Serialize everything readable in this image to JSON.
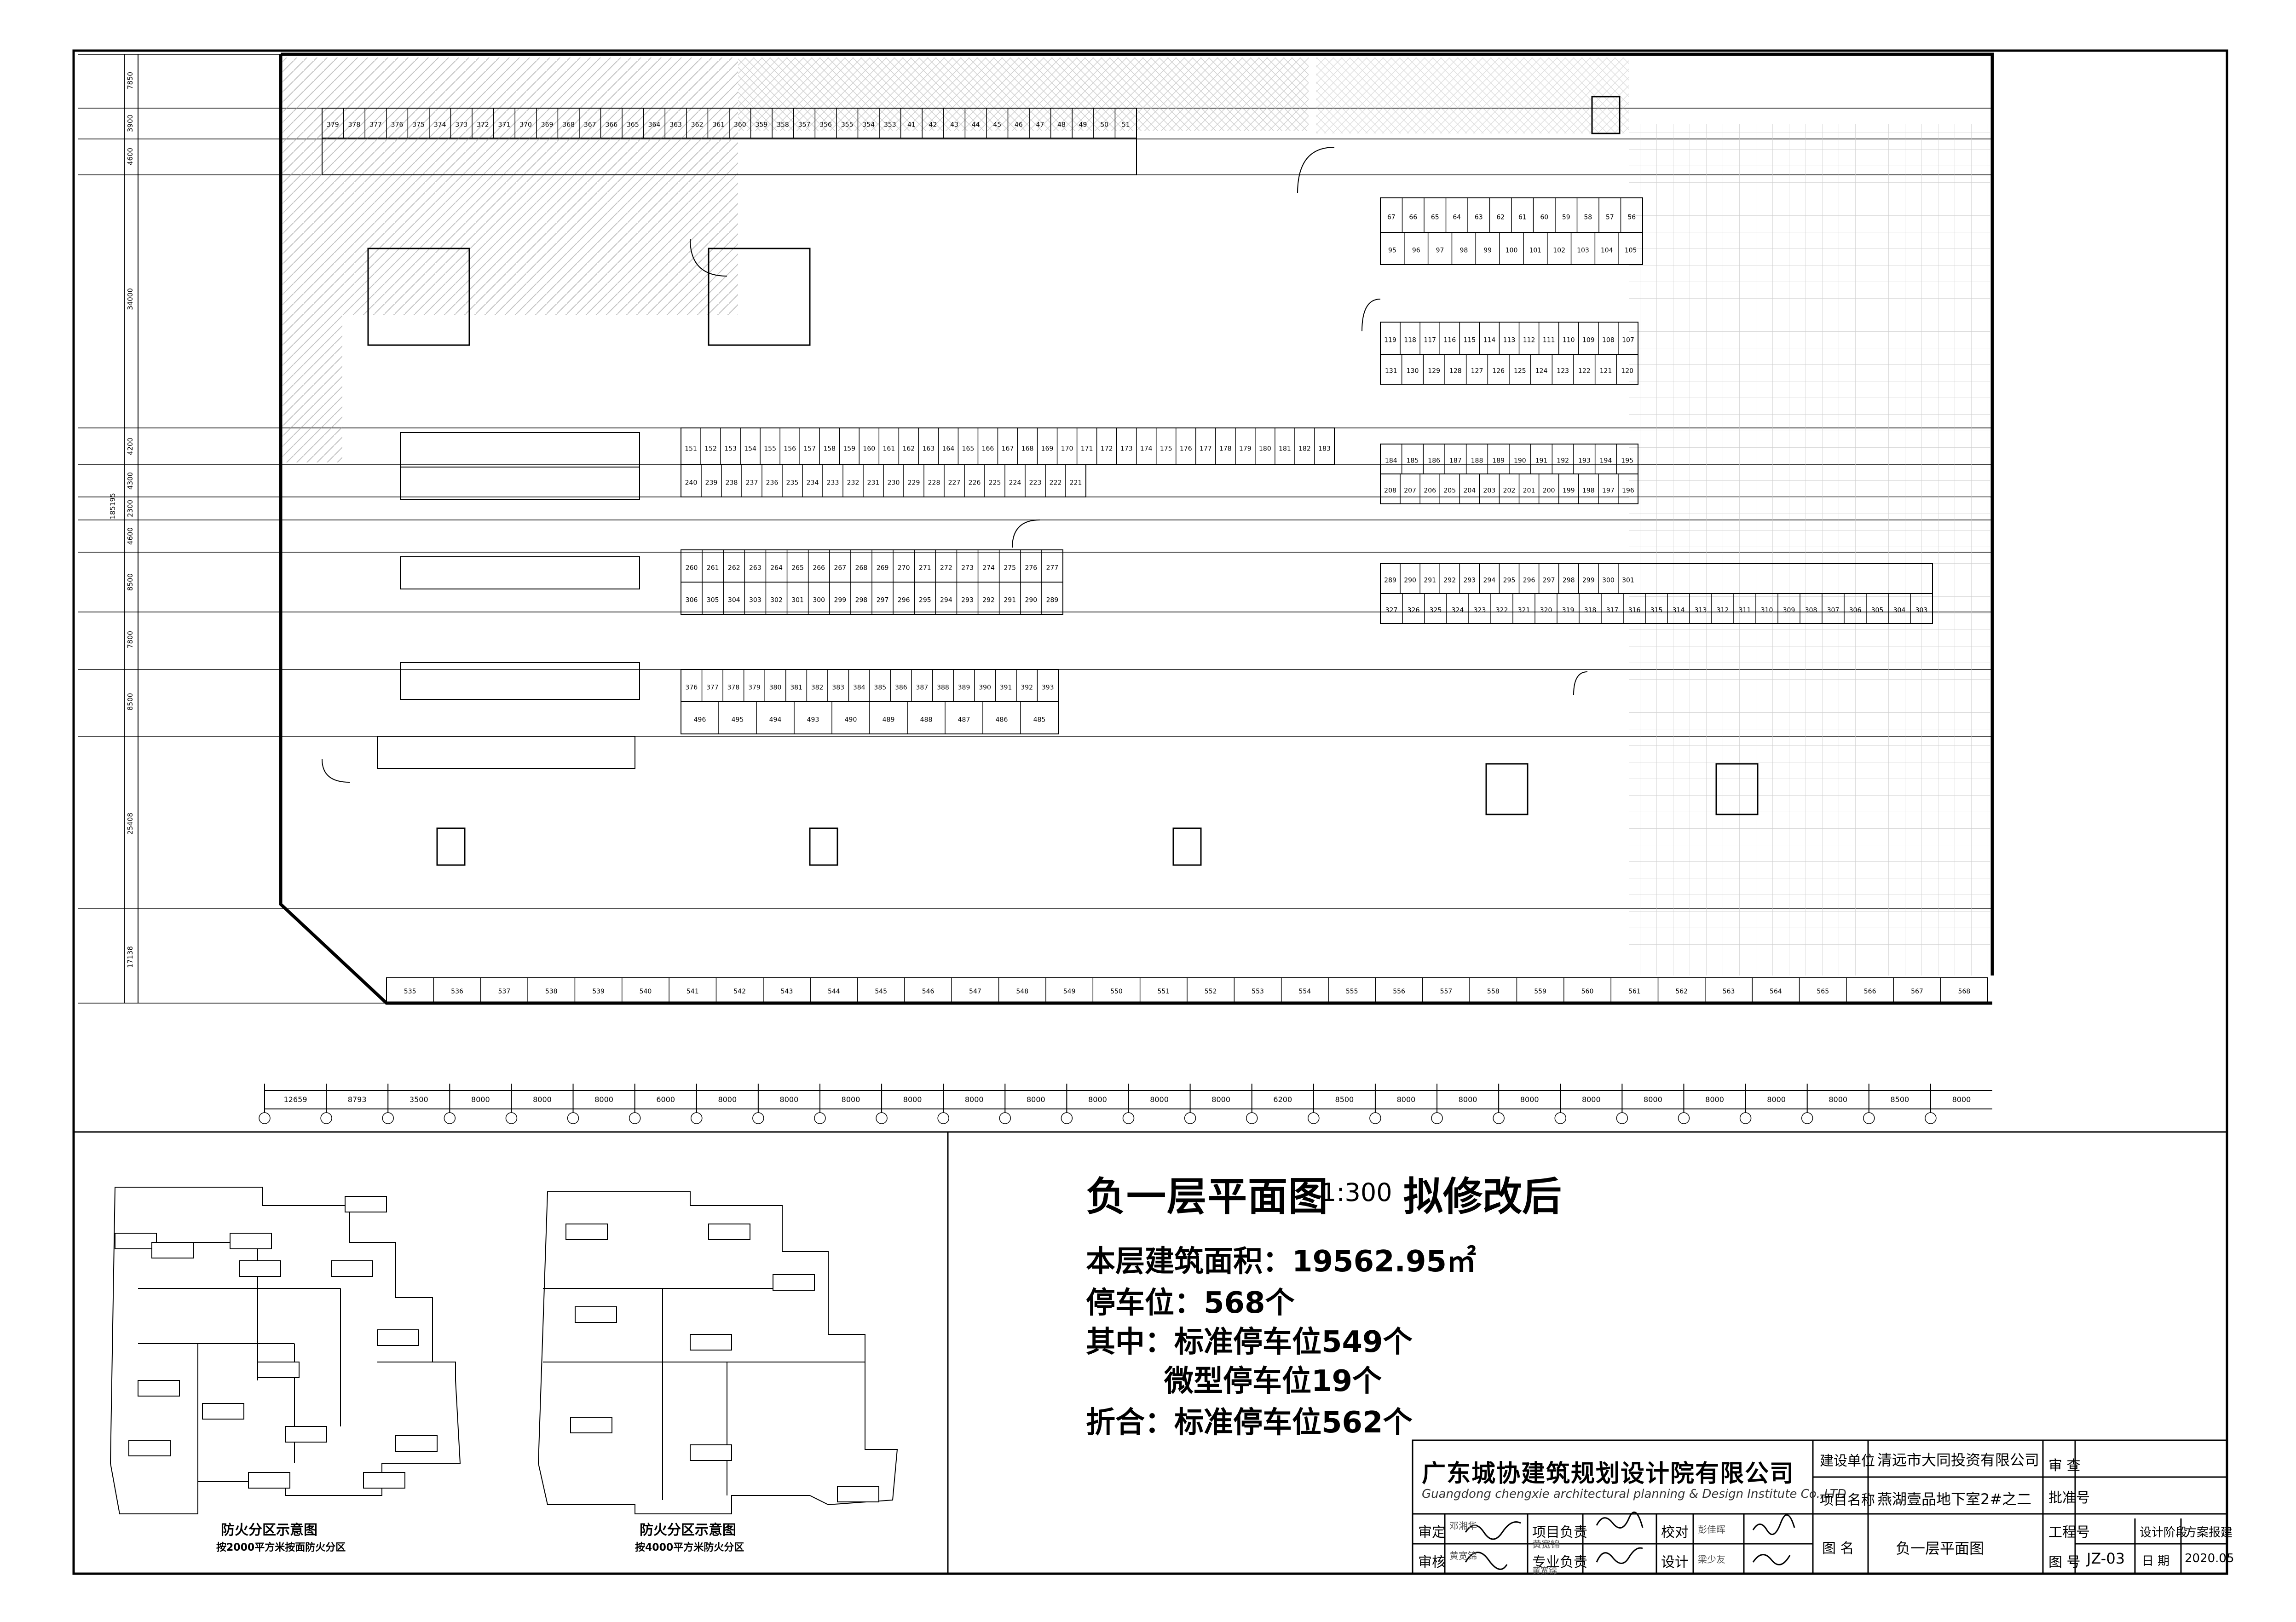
{
  "plan": {
    "title": "负一层平面图",
    "scale": "1:300",
    "status": "拟修改后",
    "area_line": "本层建筑面积：19562.95㎡",
    "parking_total": "停车位：568个",
    "of_which_std": "其中：标准停车位549个",
    "micro": "微型停车位19个",
    "equivalent": "折合：标准停车位562个"
  },
  "title_block": {
    "company": "广东城协建筑规划设计院有限公司",
    "company_en": "Guangdong chengxie architectural planning & Design Institute Co.,LTD",
    "construction_unit_label": "建设单位",
    "construction_unit": "清远市大同投资有限公司",
    "project_name_label": "项目名称",
    "project_name": "燕湖壹品地下室2#之二",
    "review_label": "审 查",
    "approval_no_label": "批准号",
    "examine_label": "审定",
    "audit_label": "审核",
    "project_lead_label": "项目负责",
    "specialty_lead_label": "专业负责",
    "check_label": "校对",
    "design_label": "设计",
    "drawing_name_label": "图  名",
    "drawing_name": "负一层平面图",
    "project_no_label": "工程号",
    "drawing_no_label": "图 号",
    "drawing_no": "JZ-03",
    "design_stage_label": "设计阶段",
    "design_stage": "方案报建",
    "date_label": "日 期",
    "date": "2020.05",
    "names": {
      "examine": "邓湘华",
      "audit": "黄宽锦",
      "project_lead": "黄宽锦",
      "specialty_lead": "黄宽锦",
      "check": "彭佳晖",
      "design": "梁少友"
    }
  },
  "fire_zone_legends": [
    {
      "title": "防火分区示意图",
      "subtitle": "按2000平方米按面防火分区"
    },
    {
      "title": "防火分区示意图",
      "subtitle": "按4000平方米防火分区"
    }
  ],
  "dimension_labels": {
    "bottom": [
      "12659",
      "8793",
      "3500",
      "8000",
      "8000",
      "8000",
      "6000",
      "8000",
      "8000",
      "8000",
      "8000",
      "8000",
      "8000",
      "8000",
      "8000",
      "8000",
      "6200",
      "8500",
      "8000",
      "8000",
      "8000",
      "8000",
      "8000",
      "8000",
      "8000",
      "8000",
      "8500",
      "8000"
    ],
    "left": [
      "7850",
      "3900",
      "4600",
      "34000",
      "4200",
      "4300",
      "2300",
      "4600",
      "8500",
      "7800",
      "8500",
      "25408",
      "17138",
      "185195"
    ]
  },
  "parking_row_bottom": [
    "535",
    "536",
    "537",
    "538",
    "539",
    "540",
    "541",
    "542",
    "543",
    "544",
    "545",
    "546",
    "547",
    "548",
    "549",
    "550",
    "551",
    "552",
    "553",
    "554",
    "555",
    "556",
    "557",
    "558",
    "559",
    "560",
    "561",
    "562",
    "563",
    "564",
    "565",
    "566",
    "567",
    "568"
  ],
  "parking_row_top": [
    "379",
    "378",
    "377",
    "376",
    "375",
    "374",
    "373",
    "372",
    "371",
    "370",
    "369",
    "368",
    "367",
    "366",
    "365",
    "364",
    "363",
    "362",
    "361",
    "360",
    "359",
    "358",
    "357",
    "356",
    "355",
    "354",
    "353",
    "41",
    "42",
    "43",
    "44",
    "45",
    "46",
    "47",
    "48",
    "49",
    "50",
    "51"
  ],
  "parking_rows_mid": [
    [
      "151",
      "152",
      "153",
      "154",
      "155",
      "156",
      "157",
      "158",
      "159",
      "160",
      "161",
      "162",
      "163",
      "164",
      "165",
      "166",
      "167",
      "168",
      "169",
      "170",
      "171",
      "172",
      "173",
      "174",
      "175",
      "176",
      "177",
      "178",
      "179",
      "180",
      "181",
      "182",
      "183"
    ],
    [
      "240",
      "239",
      "238",
      "237",
      "236",
      "235",
      "234",
      "233",
      "232",
      "231",
      "230",
      "229",
      "228",
      "227",
      "226",
      "225",
      "224",
      "223",
      "222",
      "221"
    ],
    [
      "260",
      "261",
      "262",
      "263",
      "264",
      "265",
      "266",
      "267",
      "268",
      "269",
      "270",
      "271",
      "272",
      "273",
      "274",
      "275",
      "276",
      "277"
    ],
    [
      "306",
      "305",
      "304",
      "303",
      "302",
      "301",
      "300",
      "299",
      "298",
      "297",
      "296",
      "295",
      "294",
      "293",
      "292",
      "291",
      "290",
      "289"
    ],
    [
      "376",
      "377",
      "378",
      "379",
      "380",
      "381",
      "382",
      "383",
      "384",
      "385",
      "386",
      "387",
      "388",
      "389",
      "390",
      "391",
      "392",
      "393"
    ],
    [
      "496",
      "495",
      "494",
      "493",
      "490",
      "489",
      "488",
      "487",
      "486",
      "485"
    ]
  ],
  "parking_rows_right": [
    [
      "67",
      "66",
      "65",
      "64",
      "63",
      "62",
      "61",
      "60",
      "59",
      "58",
      "57",
      "56"
    ],
    [
      "95",
      "96",
      "97",
      "98",
      "99",
      "100",
      "101",
      "102",
      "103",
      "104",
      "105"
    ],
    [
      "119",
      "118",
      "117",
      "116",
      "115",
      "114",
      "113",
      "112",
      "111",
      "110",
      "109",
      "108",
      "107"
    ],
    [
      "131",
      "130",
      "129",
      "128",
      "127",
      "126",
      "125",
      "124",
      "123",
      "122",
      "121",
      "120"
    ],
    [
      "184",
      "185",
      "186",
      "187",
      "188",
      "189",
      "190",
      "191",
      "192",
      "193",
      "194",
      "195"
    ],
    [
      "208",
      "207",
      "206",
      "205",
      "204",
      "203",
      "202",
      "201",
      "200",
      "199",
      "198",
      "197",
      "196"
    ],
    [
      "289",
      "290",
      "291",
      "292",
      "293",
      "294",
      "295",
      "296",
      "297",
      "298",
      "299",
      "300",
      "301"
    ],
    [
      "327",
      "326",
      "325",
      "324",
      "323",
      "322",
      "321",
      "320",
      "319",
      "318",
      "317",
      "316",
      "315",
      "314",
      "313",
      "312",
      "311",
      "310",
      "309",
      "308",
      "307",
      "306",
      "305",
      "304",
      "303"
    ]
  ],
  "colors": {
    "ink": "#000000",
    "hatch": "#9a9a9a",
    "paper": "#ffffff"
  }
}
